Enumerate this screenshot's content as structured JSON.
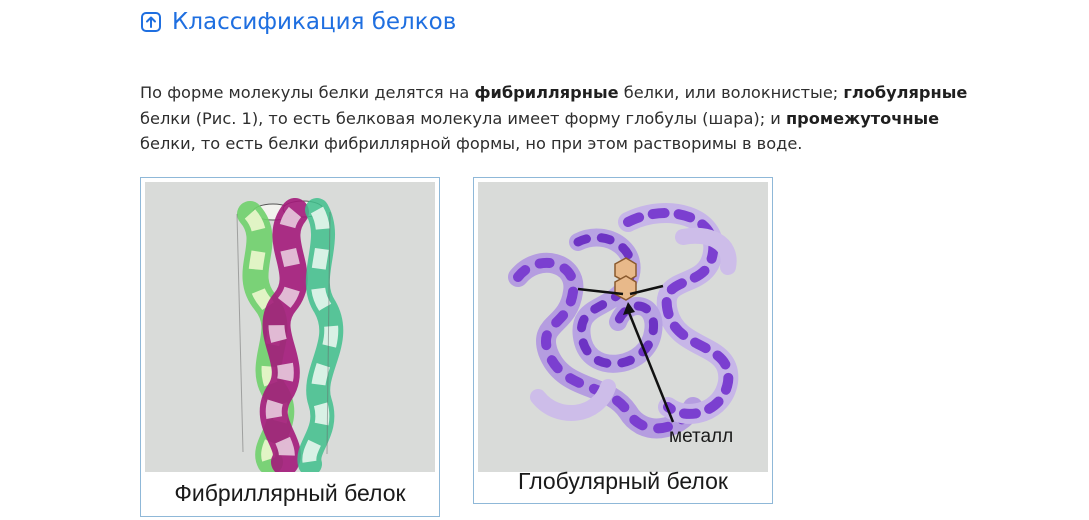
{
  "section": {
    "title": "Классификация белков",
    "icon": "upload-box-icon"
  },
  "paragraph": {
    "t1": "По форме молекулы белки делятся на ",
    "b1": "фибриллярные",
    "t2": " белки, или волокнистые; ",
    "b2": "глобулярные",
    "t3": " белки (Рис. 1), то есть белковая молекула имеет форму глобулы (шара); и ",
    "b3": "промежуточные",
    "t4": " белки, то есть белки фибриллярной формы, но при этом растворимы в воде."
  },
  "figures": {
    "fibrillar": {
      "caption": "Фибриллярный белок"
    },
    "globular": {
      "caption": "Глобулярный белок",
      "metal_label": "металл"
    }
  },
  "colors": {
    "link_blue": "#1f6fe0",
    "figure_bg": "#d9dbd9",
    "magenta": "#a3197a",
    "green": "#5cc26a",
    "violet": "#7b3fd0"
  }
}
